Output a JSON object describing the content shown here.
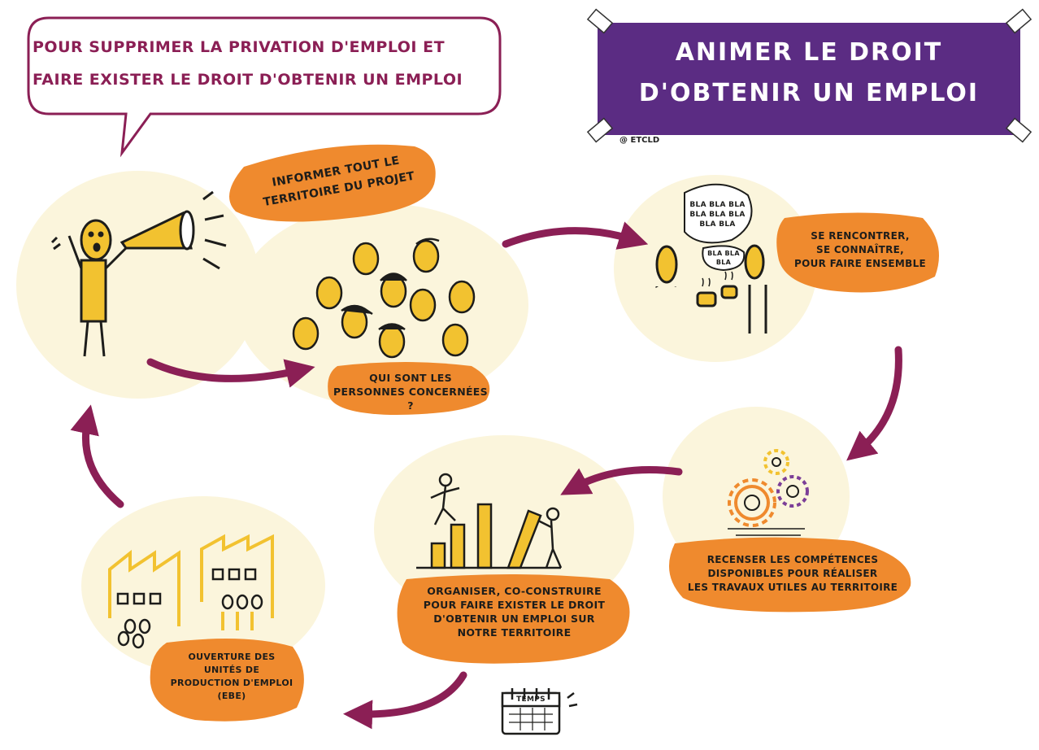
{
  "speech_bubble": {
    "line1": "Pour supprimer la privation d'emploi et",
    "line2": "faire exister le droit d'obtenir un emploi"
  },
  "title_banner": {
    "line1": "Animer le droit",
    "line2": "d'obtenir un emploi",
    "credit": "@ ETCLD"
  },
  "steps": {
    "inform": {
      "line1": "Informer tout le",
      "line2": "territoire du projet"
    },
    "who": {
      "line1": "Qui sont les",
      "line2": "personnes concernées ?"
    },
    "meet": {
      "line1": "Se rencontrer,",
      "line2": "se connaître,",
      "line3": "pour faire ensemble"
    },
    "skills": {
      "line1": "Recenser les compétences",
      "line2": "disponibles pour réaliser",
      "line3": "les travaux utiles au territoire"
    },
    "organise": {
      "line1": "Organiser, co-construire",
      "line2": "pour faire exister le droit",
      "line3": "d'obtenir un emploi sur",
      "line4": "notre territoire"
    },
    "ebe": {
      "line1": "Ouverture des",
      "line2": "unités de",
      "line3": "production d'emploi",
      "line4": "(EBE)"
    }
  },
  "chatter": {
    "big": [
      "Bla bla bla",
      "bla bla bla",
      "bla bla"
    ],
    "small": [
      "bla bla",
      "bla"
    ]
  },
  "calendar": {
    "label": "Temps"
  },
  "colors": {
    "purple": "#5b2c83",
    "magenta": "#8b1f55",
    "orange": "#ef8a2e",
    "yellow": "#f2c230",
    "cream": "#fbf5dc"
  }
}
